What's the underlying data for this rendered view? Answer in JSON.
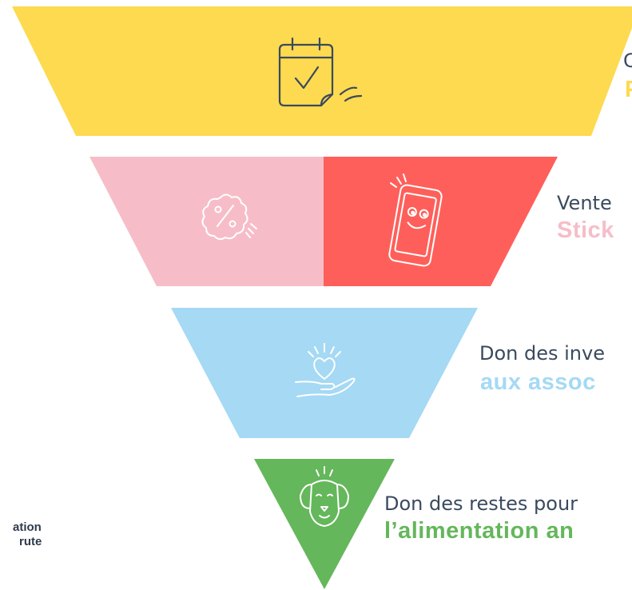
{
  "colors": {
    "yellow": "#fdda4f",
    "pink": "#f6bdc8",
    "red": "#ff5f5a",
    "blue": "#a5d9f4",
    "green": "#64b75b",
    "text_dark": "#3a4a5e"
  },
  "levels": [
    {
      "line1": "C",
      "line2": "P",
      "icon": "calendar-check-icon"
    },
    {
      "line1": "Vente",
      "line2": "Stick",
      "icons": [
        "discount-badge-icon",
        "smiling-phone-icon"
      ]
    },
    {
      "line1": "Don des inve",
      "line2": "aux assoc",
      "icon": "heart-in-hand-icon"
    },
    {
      "line1": "Don des restes pour",
      "line2": "l’alimentation an",
      "icon": "dog-face-icon"
    }
  ],
  "side_note": {
    "line1": "ation",
    "line2": "rute"
  }
}
